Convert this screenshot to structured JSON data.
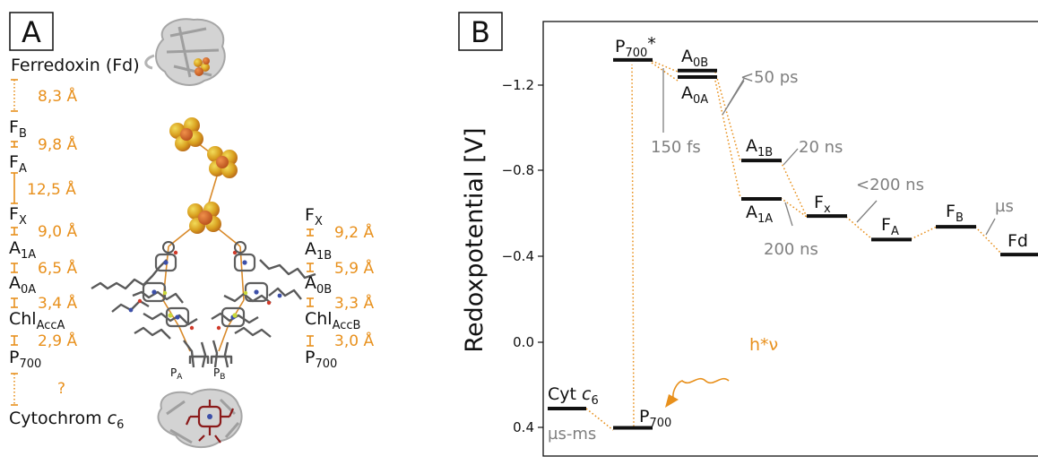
{
  "colors": {
    "accent": "#e8901c",
    "gray": "#808080",
    "text": "#111111",
    "heme": "#8b1a1a"
  },
  "panel_a": {
    "label": "A",
    "top": {
      "base": "Ferredoxin (Fd)"
    },
    "left_cofactors": [
      {
        "base": "F",
        "sub": "B"
      },
      {
        "base": "F",
        "sub": "A"
      },
      {
        "base": "F",
        "sub": "X"
      },
      {
        "base": "A",
        "sub": "1A"
      },
      {
        "base": "A",
        "sub": "0A"
      },
      {
        "base": "Chl",
        "sub": "AccA"
      },
      {
        "base": "P",
        "sub": "700"
      }
    ],
    "left_distances": [
      "8,3 Å",
      "9,8 Å",
      "12,5 Å",
      "9,0 Å",
      "6,5 Å",
      "3,4 Å",
      "2,9 Å",
      "?"
    ],
    "bottom": {
      "base": "Cytochrom ",
      "italic": "c",
      "sub": "6"
    },
    "right_cofactors": [
      {
        "base": "F",
        "sub": "X"
      },
      {
        "base": "A",
        "sub": "1B"
      },
      {
        "base": "A",
        "sub": "0B"
      },
      {
        "base": "Chl",
        "sub": "AccB"
      },
      {
        "base": "P",
        "sub": "700"
      }
    ],
    "right_distances": [
      "9,2 Å",
      "5,9 Å",
      "3,3 Å",
      "3,0 Å"
    ],
    "structure_labels": [
      {
        "base": "P",
        "sub": "A"
      },
      {
        "base": "P",
        "sub": "B"
      }
    ]
  },
  "panel_b": {
    "label": "B",
    "y_axis_label": "Redoxpotential [V]",
    "y_ticks": [
      "−1.2",
      "−0.8",
      "−0.4",
      "0.0",
      "0.4"
    ],
    "levels": [
      {
        "id": "p700",
        "base": "P",
        "sub": "700",
        "sup": "",
        "italic": "",
        "potential": 0.4
      },
      {
        "id": "p700star",
        "base": "P",
        "sub": "700",
        "sup": "*",
        "italic": "",
        "potential": -1.32
      },
      {
        "id": "a0b",
        "base": "A",
        "sub": "0B",
        "sup": "",
        "italic": "",
        "potential": -1.27
      },
      {
        "id": "a0a",
        "base": "A",
        "sub": "0A",
        "sup": "",
        "italic": "",
        "potential": -1.24
      },
      {
        "id": "a1b",
        "base": "A",
        "sub": "1B",
        "sup": "",
        "italic": "",
        "potential": -0.85
      },
      {
        "id": "a1a",
        "base": "A",
        "sub": "1A",
        "sup": "",
        "italic": "",
        "potential": -0.67
      },
      {
        "id": "fx",
        "base": "F",
        "sub": "x",
        "sup": "",
        "italic": "",
        "potential": -0.59
      },
      {
        "id": "fa",
        "base": "F",
        "sub": "A",
        "sup": "",
        "italic": "",
        "potential": -0.48
      },
      {
        "id": "fb",
        "base": "F",
        "sub": "B",
        "sup": "",
        "italic": "",
        "potential": -0.54
      },
      {
        "id": "fd",
        "base": "Fd",
        "sub": "",
        "sup": "",
        "italic": "",
        "potential": -0.41
      },
      {
        "id": "cyt",
        "base": "Cyt ",
        "sub": "6",
        "sup": "",
        "italic": "c",
        "potential": 0.31
      }
    ],
    "rates": [
      "150 fs",
      "<50 ps",
      "20 ns",
      "200 ns",
      "<200 ns",
      "µs",
      "µs-ms"
    ],
    "excitation": "h*ν"
  }
}
